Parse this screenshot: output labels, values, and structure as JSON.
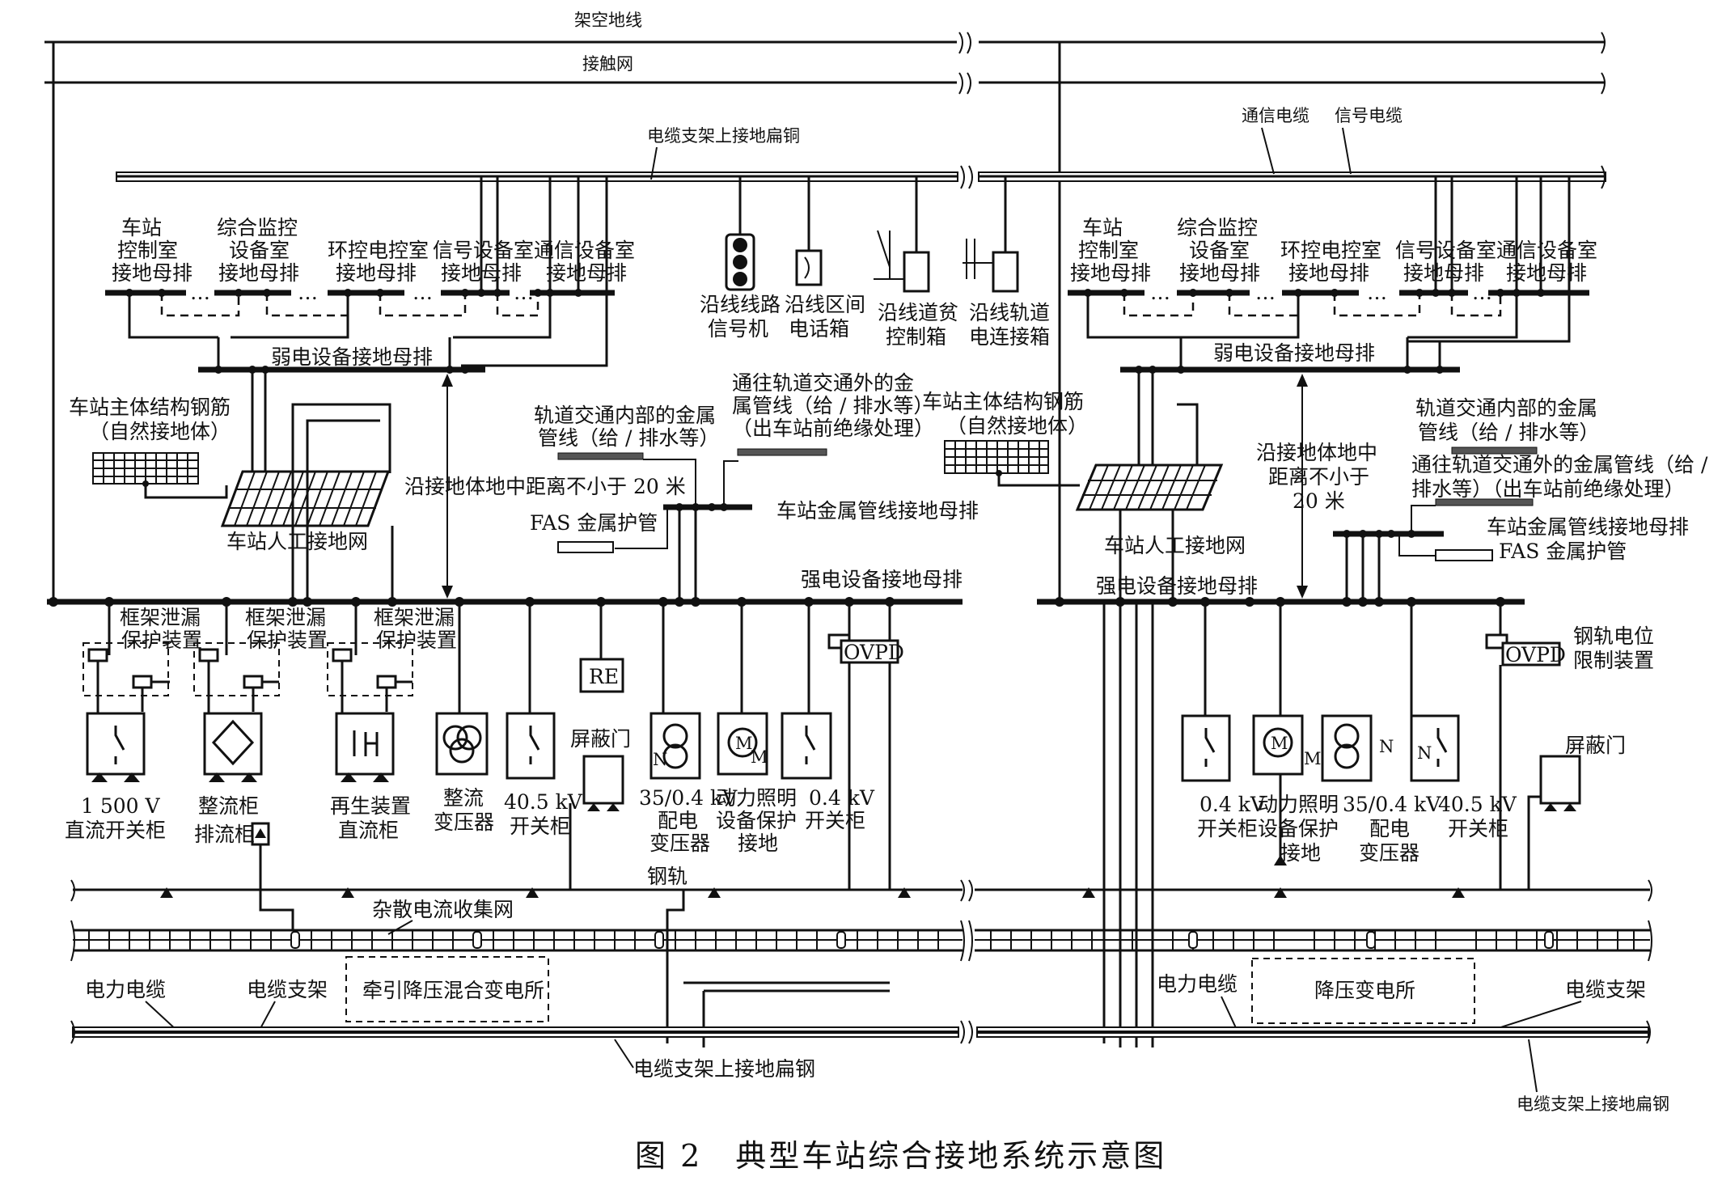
{
  "caption": "图 2　典型车站综合接地系统示意图",
  "top_lines": {
    "overhead_ground": "架空地线",
    "catenary": "接触网"
  },
  "left": {
    "cable_tray_strip_top": "电缆支架上接地扁铜",
    "rooms": [
      {
        "l1": "车站",
        "l2": "控制室",
        "l3": "接地母排"
      },
      {
        "l1": "综合监控",
        "l2": "设备室",
        "l3": "接地母排"
      },
      {
        "l1": "",
        "l2": "环控电控室",
        "l3": "接地母排"
      },
      {
        "l1": "",
        "l2": "信号设备室",
        "l3": "接地母排"
      },
      {
        "l1": "",
        "l2": "通信设备室",
        "l3": "接地母排"
      }
    ],
    "signal_machine": [
      "沿线线路",
      "信号机"
    ],
    "phone_box": [
      "沿线区间",
      "电话箱"
    ],
    "track_ctrl_box": [
      "沿线道贫",
      "控制箱"
    ],
    "rail_bond_box": [
      "沿线轨道",
      "电连接箱"
    ],
    "weak_bus": "弱电设备接地母排",
    "rebar": [
      "车站主体结构钢筋",
      "（自然接地体）"
    ],
    "artificial_grid": "车站人工接地网",
    "distance": "沿接地体地中距离不小于 20 米",
    "inner_pipe": [
      "轨道交通内部的金属",
      "管线（给 / 排水等）"
    ],
    "outer_pipe": [
      "通往轨道交通外的金",
      "属管线（给 / 排水等）",
      "（出车站前绝缘处理）"
    ],
    "fas": "FAS 金属护管",
    "pipe_bus": "车站金属管线接地母排",
    "strong_bus": "强电设备接地母排",
    "frame_leak": [
      "框架泄漏",
      "保护装置"
    ],
    "re": "RE",
    "ovpd": "OVPD",
    "screen_door": "屏蔽门",
    "equipment": [
      {
        "l1": "1 500 V",
        "l2": "直流开关柜"
      },
      {
        "l1": "整流柜",
        "l2": "排流柜"
      },
      {
        "l1": "再生装置",
        "l2": "直流柜"
      },
      {
        "l1": "整流",
        "l2": "变压器"
      },
      {
        "l1": "40.5 kV",
        "l2": "开关柜"
      },
      {
        "l1": "35/0.4 kV",
        "l2": "配电",
        "l3": "变压器"
      },
      {
        "l1": "动力照明",
        "l2": "设备保护",
        "l3": "接地"
      },
      {
        "l1": "0.4 kV",
        "l2": "开关柜"
      }
    ],
    "rail": "钢轨",
    "stray_grid": "杂散电流收集网",
    "substation": "牵引降压混合变电所",
    "power_cable": "电力电缆",
    "cable_tray": "电缆支架",
    "cable_tray_strip_bottom": "电缆支架上接地扁钢"
  },
  "right": {
    "comm_cable": "通信电缆",
    "signal_cable": "信号电缆",
    "rooms": [
      {
        "l1": "车站",
        "l2": "控制室",
        "l3": "接地母排"
      },
      {
        "l1": "综合监控",
        "l2": "设备室",
        "l3": "接地母排"
      },
      {
        "l1": "",
        "l2": "环控电控室",
        "l3": "接地母排"
      },
      {
        "l1": "",
        "l2": "信号设备室",
        "l3": "接地母排"
      },
      {
        "l1": "",
        "l2": "通信设备室",
        "l3": "接地母排"
      }
    ],
    "weak_bus": "弱电设备接地母排",
    "rebar": [
      "车站主体结构钢筋",
      "（自然接地体）"
    ],
    "inner_pipe": [
      "轨道交通内部的金属",
      "管线（给 / 排水等）"
    ],
    "distance": [
      "沿接地体地中",
      "距离不小于",
      "20 米"
    ],
    "outer_pipe": [
      "通往轨道交通外的金属管线（给 /",
      "排水等）（出车站前绝缘处理）"
    ],
    "pipe_bus": "车站金属管线接地母排",
    "fas": "FAS 金属护管",
    "artificial_grid": "车站人工接地网",
    "strong_bus": "强电设备接地母排",
    "ovpd": "OVPD",
    "rail_limiter": [
      "钢轨电位",
      "限制装置"
    ],
    "screen_door": "屏蔽门",
    "equipment": [
      {
        "l1": "0.4 kV",
        "l2": "开关柜"
      },
      {
        "l1": "动力照明",
        "l2": "设备保护",
        "l3": "接地"
      },
      {
        "l1": "35/0.4 kV",
        "l2": "配电",
        "l3": "变压器"
      },
      {
        "l1": "40.5 kV",
        "l2": "开关柜"
      }
    ],
    "substation": "降压变电所",
    "power_cable": "电力电缆",
    "cable_tray": "电缆支架",
    "cable_tray_strip_bottom": "电缆支架上接地扁钢"
  }
}
